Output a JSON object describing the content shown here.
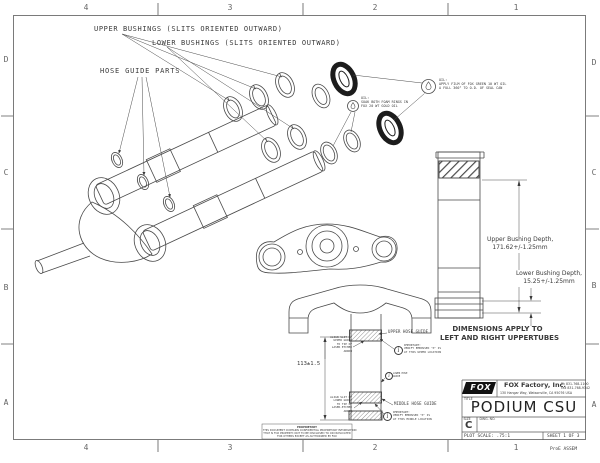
{
  "zones": {
    "cols": [
      "4",
      "3",
      "2",
      "1"
    ],
    "rows": [
      "D",
      "C",
      "B",
      "A"
    ]
  },
  "callouts": {
    "upper_bushings": "UPPER BUSHINGS (SLITS ORIENTED OUTWARD)",
    "lower_bushings": "LOWER BUSHINGS (SLITS ORIENTED OUTWARD)",
    "hose_guide_parts": "HOSE GUIDE PARTS",
    "oil_foam": {
      "label": "OIL:",
      "l1": "SOAK BOTH FOAM RINGS IN",
      "l2": "FOX 20 WT GOLD OIL"
    },
    "oil_seal": {
      "label": "OIL:",
      "l1": "APPLY FILM OF FOX GREEN 10 WT OIL",
      "l2": "A FULL 360° TO O.D. OF SEAL CAN"
    },
    "upper_hose_guide": "UPPER HOSE GUIDE",
    "middle_hose_guide": "MIDDLE HOSE GUIDE",
    "lower_hose_guide": [
      "LOWER HOSE",
      "GUIDE"
    ],
    "align_upper": [
      "ALIGN SLIT OF",
      "UPPER GUIDE",
      "TO TIP OF",
      "LASER ETCHED",
      "ARROW"
    ],
    "align_lower": [
      "ALIGN SLIT OF",
      "LOWER GUIDE",
      "TO TIP OF",
      "LASER-ETCHED",
      "ARROW"
    ],
    "important_upper": [
      "IMPORTANT:",
      "VERIFY EMBOSSED \"X\" IS",
      "AT THIS UPPER LOCATION"
    ],
    "important_middle": [
      "IMPORTANT:",
      "VERIFY EMBOSSED \"X\" IS",
      "AT THIS MIDDLE LOCATION"
    ],
    "dim_113": "113±1.5"
  },
  "dims": {
    "upper_l1": "Upper Bushing Depth,",
    "upper_l2": "171.62+/-1.25mm",
    "lower_l1": "Lower Bushing Depth,",
    "lower_l2": "15.25+/-1.25mm",
    "note_l1": "DIMENSIONS APPLY TO",
    "note_l2": "LEFT AND RIGHT UPPERTUBES"
  },
  "title_block": {
    "logo": "FOX",
    "company": "FOX Factory, Inc.",
    "address": "130 Hangar Way, Watsonville, CA 95076 USA",
    "phone": "Ph 831-768-1100",
    "fax": "Fax 831-768-9342",
    "title_label": "TITLE",
    "title": "PODIUM CSU",
    "size_label": "SIZE",
    "size": "C",
    "dwg_label": "DWG. NO.",
    "scale": "PLOT SCALE: .75:1",
    "sheet": "SHEET 1 OF 3",
    "footer": "ProE ASSEM"
  },
  "proprietary": [
    "PROPRIETARY",
    "THIS DOCUMENT CONTAINS CONFIDENTIAL PROPRIETARY INFORMATION",
    "THAT IS FOX PROPERTY. NOT TO BE DISCLOSED TO OR DUPLICATED",
    "FOR OTHERS EXCEPT AS AUTHORIZED BY FOX"
  ],
  "icons": {
    "info": "i"
  },
  "colors": {
    "line": "#4a4a4a",
    "dark": "#1c1c1c",
    "paper": "#ffffff"
  }
}
